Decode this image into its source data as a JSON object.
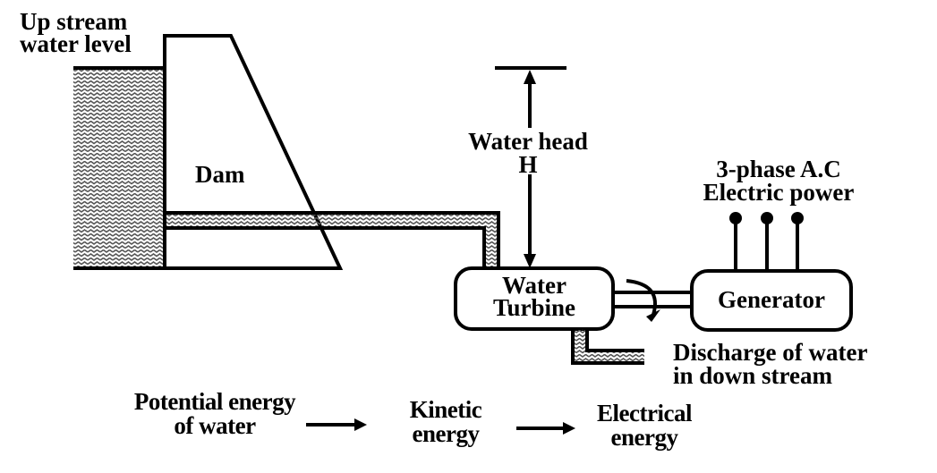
{
  "diagram": {
    "title": "Hydroelectric power plant",
    "labels": {
      "upstream_line1": "Up stream",
      "upstream_line2": "water level",
      "dam": "Dam",
      "water_head_line1": "Water head",
      "water_head_line2": "H",
      "power_line1": "3-phase A.C",
      "power_line2": "Electric power",
      "turbine_line1": "Water",
      "turbine_line2": "Turbine",
      "generator": "Generator",
      "discharge_line1": "Discharge of water",
      "discharge_line2": "in down stream"
    },
    "energy_chain": [
      {
        "line1": "Potential energy",
        "line2": "of water"
      },
      {
        "line1": "Kinetic",
        "line2": "energy"
      },
      {
        "line1": "Electrical",
        "line2": "energy"
      }
    ],
    "components": [
      "reservoir-water",
      "dam",
      "penstock",
      "water-turbine",
      "shaft",
      "generator",
      "three-phase-terminals",
      "tailrace"
    ],
    "terminal_count": 3,
    "colors": {
      "stroke": "#000000",
      "background": "#ffffff",
      "water_pattern": "#555555"
    }
  }
}
